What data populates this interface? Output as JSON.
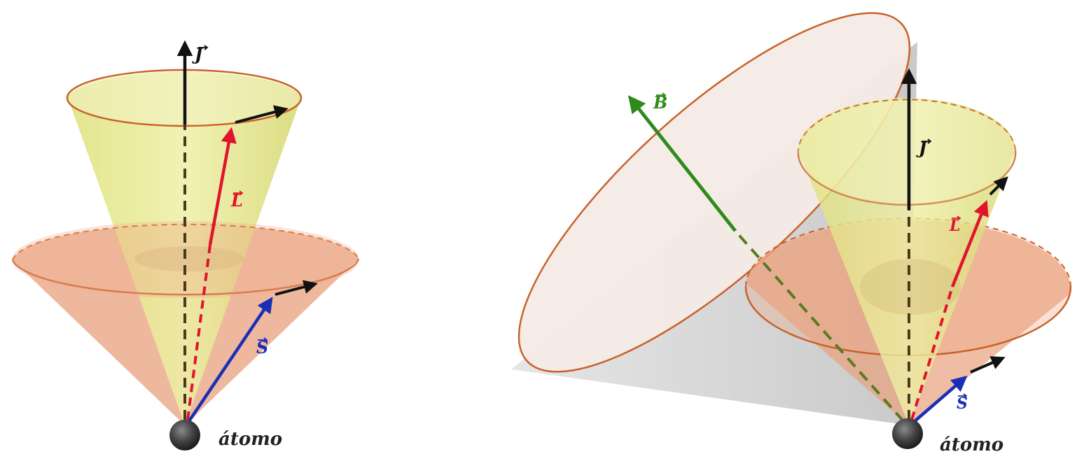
{
  "left_panel": {
    "labels": {
      "j": "J",
      "l": "L",
      "s": "S",
      "atom": "átomo"
    }
  },
  "right_panel": {
    "labels": {
      "b": "B",
      "j": "J",
      "l": "L",
      "s": "S",
      "atom": "átomo"
    }
  },
  "colors": {
    "j_vector": "#111111",
    "l_vector": "#e0142d",
    "s_vector": "#1a2fb5",
    "b_vector": "#2e8b1a",
    "cone_yellow": "#e6e98a",
    "cone_orange": "#e8a07e",
    "cone_gray": "#c9c9c9",
    "rim": "#c8622a",
    "atom": "#4a4a4a"
  }
}
